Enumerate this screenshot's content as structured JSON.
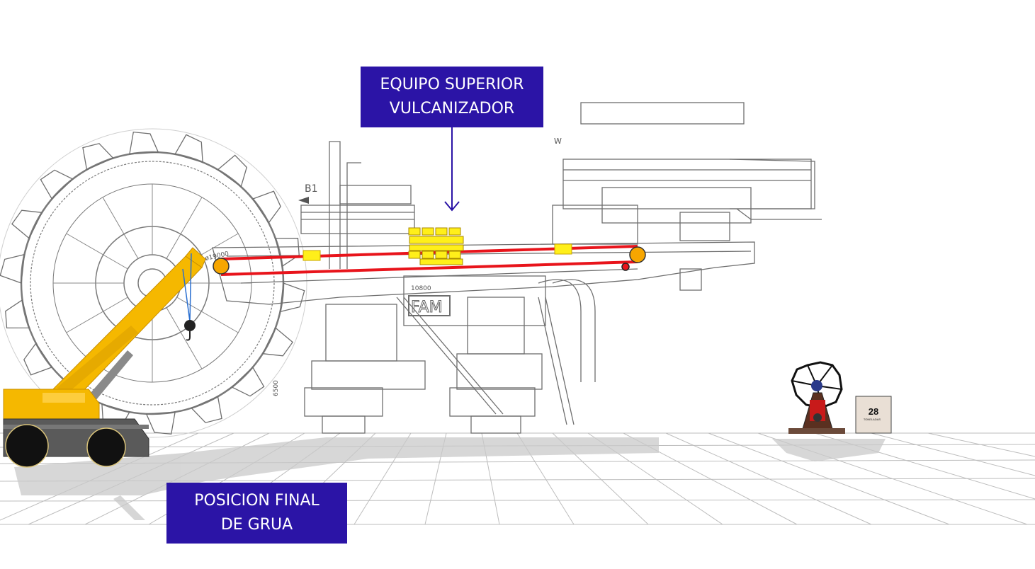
{
  "labels": {
    "top_callout": [
      "EQUIPO SUPERIOR",
      "VULCANIZADOR"
    ],
    "bottom_callout": [
      "POSICION FINAL",
      "DE GRUA"
    ]
  },
  "drawing_text": {
    "wheel_diameter": "ø19000",
    "boom_dimension": "10800",
    "brand": "FAM",
    "marker_b1": "B1",
    "marker_w": "W",
    "height_dimension": "6500"
  },
  "weight_box": {
    "value": "28",
    "unit": "TONELADAS"
  },
  "colors": {
    "callout_bg": "#2b14a6",
    "callout_text": "#ffffff",
    "arrow": "#2b14a6",
    "crane_yellow": "#f5b800",
    "belt_red": "#e8141b",
    "vulcanizer_yellow": "#ffef1a",
    "pulley_orange": "#f7a600",
    "blueprint_line": "#8a8a8a",
    "grid_line": "#b5b5b5"
  }
}
